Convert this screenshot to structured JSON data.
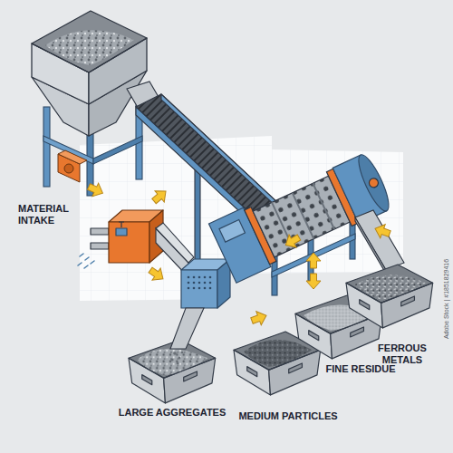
{
  "diagram": {
    "labels": [
      "MATERIAL INTAKE",
      "LARGE AGGREGATES",
      "MEDIUM PARTICLES",
      "FINE RESIDUE",
      "FERROUS METALS",
      "Adobe Stock | #1851829416"
    ]
  }
}
